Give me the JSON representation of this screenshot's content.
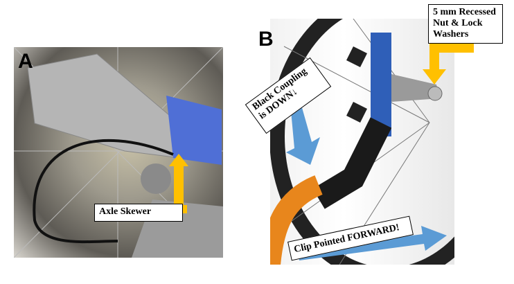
{
  "panels": [
    {
      "letter": "A",
      "label": "Axle Skewer"
    },
    {
      "letter": "B",
      "labels": {
        "nut": "5 mm Recessed Nut & Lock Washers",
        "coupling": "Black Coupling is DOWN↓",
        "clip": "Clip Pointed FORWARD!"
      }
    }
  ],
  "colors": {
    "yellow_arrow": "#ffc000",
    "blue_arrow": "#5b9bd5"
  }
}
